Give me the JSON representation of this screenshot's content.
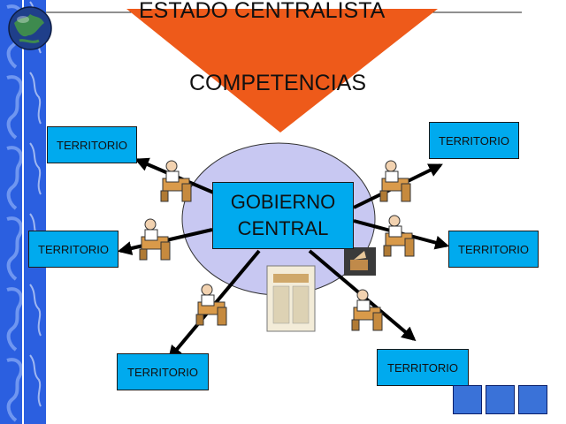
{
  "title": {
    "line1": "ESTADO CENTRALISTA",
    "line2": "COMPETENCIAS"
  },
  "center": {
    "line1": "GOBIERNO",
    "line2": "CENTRAL"
  },
  "territories": [
    "TERRITORIO",
    "TERRITORIO",
    "TERRITORIO",
    "TERRITORIO",
    "TERRITORIO",
    "TERRITORIO"
  ],
  "colors": {
    "triangle": "#ee5a1a",
    "ellipse": "#c8c8f2",
    "box_fill": "#00aaee",
    "sidebar": "#2b5fe0",
    "nav_button": "#3a72d8"
  },
  "icons": [
    "globe-icon",
    "office-worker-clipart",
    "voting-box-clipart",
    "declaration-document-clipart",
    "nav-prev-icon",
    "nav-up-icon",
    "nav-next-icon"
  ]
}
